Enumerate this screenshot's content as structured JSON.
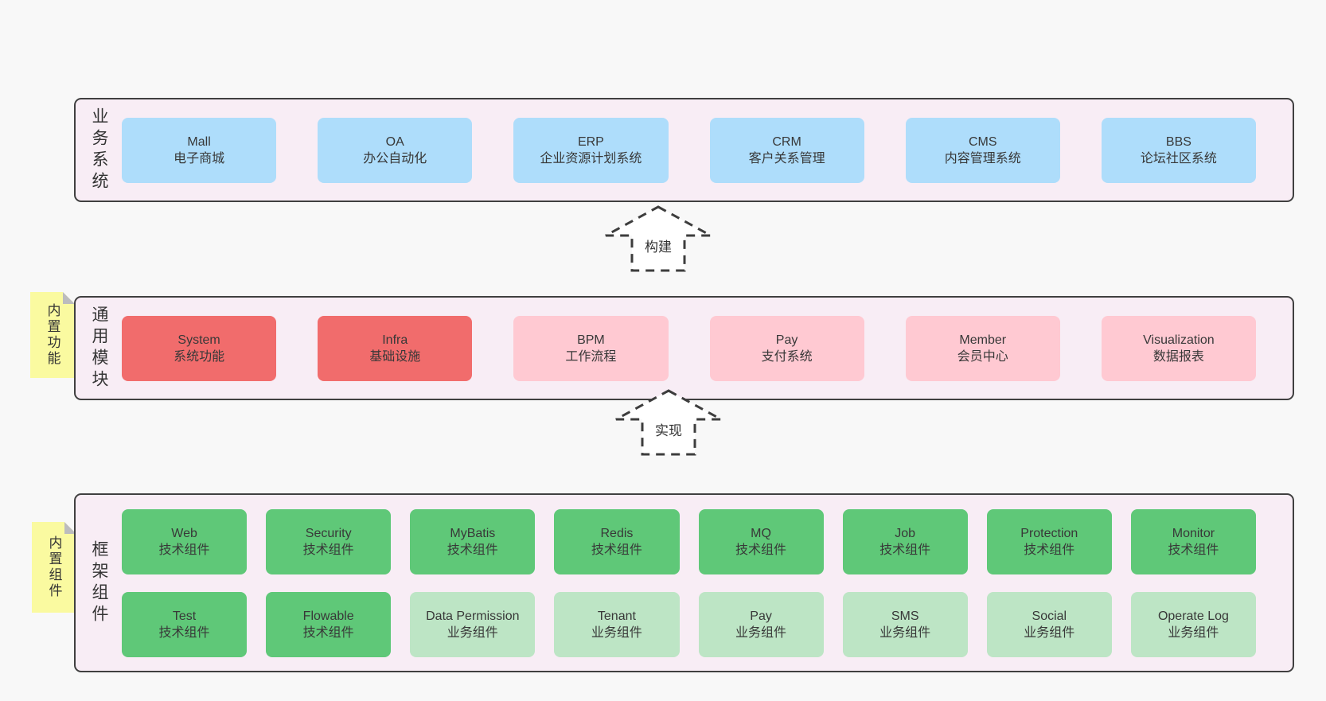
{
  "colors": {
    "page_bg": "#f8f8f8",
    "panel_bg": "#f8edf5",
    "panel_border": "#404040",
    "blue_box": "#aeddfb",
    "red_box": "#f16c6c",
    "pink_box": "#ffc9d2",
    "green_box": "#5fc878",
    "light_green_box": "#bde5c5",
    "note_bg": "#fafaa0",
    "text": "#383838"
  },
  "arrows": {
    "build": {
      "label": "构建"
    },
    "implement": {
      "label": "实现"
    }
  },
  "layers": {
    "business": {
      "label": "业务系统",
      "boxes": [
        {
          "name": "Mall",
          "desc": "电子商城"
        },
        {
          "name": "OA",
          "desc": "办公自动化"
        },
        {
          "name": "ERP",
          "desc": "企业资源计划系统"
        },
        {
          "name": "CRM",
          "desc": "客户关系管理"
        },
        {
          "name": "CMS",
          "desc": "内容管理系统"
        },
        {
          "name": "BBS",
          "desc": "论坛社区系统"
        }
      ]
    },
    "modules": {
      "label": "通用模块",
      "note": "内置功能",
      "boxes": [
        {
          "name": "System",
          "desc": "系统功能",
          "variant": "red"
        },
        {
          "name": "Infra",
          "desc": "基础设施",
          "variant": "red"
        },
        {
          "name": "BPM",
          "desc": "工作流程",
          "variant": "pink"
        },
        {
          "name": "Pay",
          "desc": "支付系统",
          "variant": "pink"
        },
        {
          "name": "Member",
          "desc": "会员中心",
          "variant": "pink"
        },
        {
          "name": "Visualization",
          "desc": "数据报表",
          "variant": "pink"
        }
      ]
    },
    "components": {
      "label": "框架组件",
      "note": "内置组件",
      "row1": [
        {
          "name": "Web",
          "desc": "技术组件"
        },
        {
          "name": "Security",
          "desc": "技术组件"
        },
        {
          "name": "MyBatis",
          "desc": "技术组件"
        },
        {
          "name": "Redis",
          "desc": "技术组件"
        },
        {
          "name": "MQ",
          "desc": "技术组件"
        },
        {
          "name": "Job",
          "desc": "技术组件"
        },
        {
          "name": "Protection",
          "desc": "技术组件"
        },
        {
          "name": "Monitor",
          "desc": "技术组件"
        }
      ],
      "row2": [
        {
          "name": "Test",
          "desc": "技术组件",
          "variant": "green"
        },
        {
          "name": "Flowable",
          "desc": "技术组件",
          "variant": "green"
        },
        {
          "name": "Data Permission",
          "desc": "业务组件",
          "variant": "light"
        },
        {
          "name": "Tenant",
          "desc": "业务组件",
          "variant": "light"
        },
        {
          "name": "Pay",
          "desc": "业务组件",
          "variant": "light"
        },
        {
          "name": "SMS",
          "desc": "业务组件",
          "variant": "light"
        },
        {
          "name": "Social",
          "desc": "业务组件",
          "variant": "light"
        },
        {
          "name": "Operate Log",
          "desc": "业务组件",
          "variant": "light"
        }
      ]
    }
  }
}
